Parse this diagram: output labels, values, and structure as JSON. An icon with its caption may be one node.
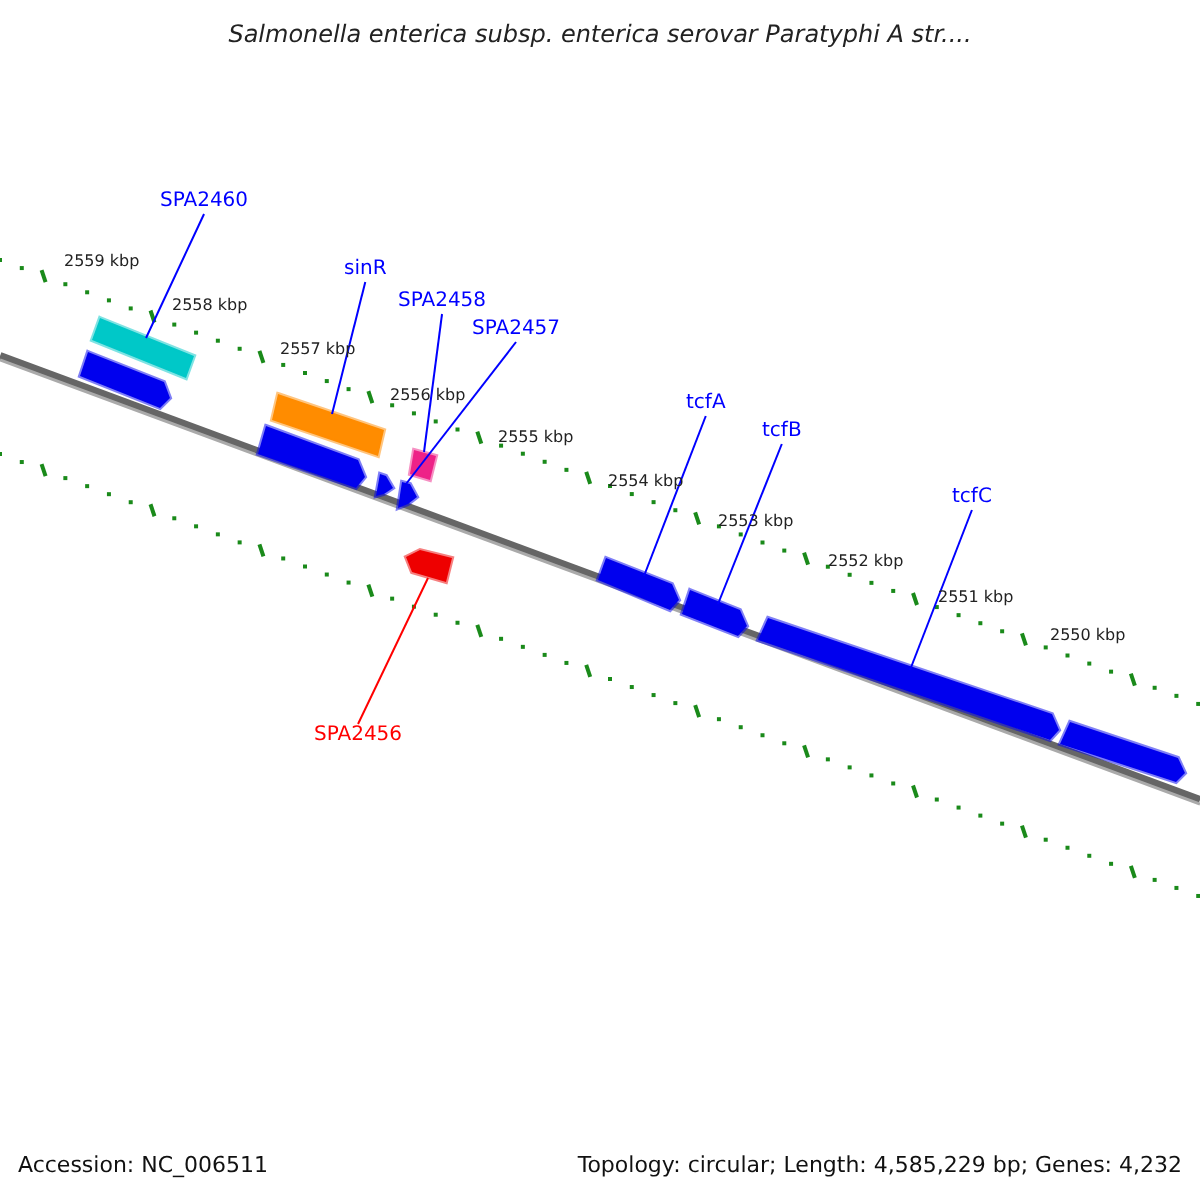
{
  "diagram": {
    "title": "Salmonella enterica subsp. enterica serovar Paratyphi A str....",
    "nodes": [
      {
        "text": [
          "SPA2460"
        ]
      },
      {
        "text": [
          "sinR"
        ]
      },
      {
        "text": [
          "SPA2458"
        ]
      },
      {
        "text": [
          "SPA2457"
        ]
      },
      {
        "text": [
          "tcfA"
        ]
      },
      {
        "text": [
          "tcfB"
        ]
      },
      {
        "text": [
          "tcfC"
        ]
      },
      {
        "text": [
          "SPA2456"
        ]
      },
      {
        "text": [],
        "shape": "bar"
      },
      {
        "text": [],
        "shape": "arrow"
      },
      {
        "text": [],
        "shape": "bar"
      },
      {
        "text": [],
        "shape": "arrow"
      },
      {
        "text": [],
        "shape": "arrow"
      },
      {
        "text": [],
        "shape": "arrow"
      },
      {
        "text": [],
        "shape": "box"
      },
      {
        "text": [],
        "shape": "arrow"
      },
      {
        "text": [],
        "shape": "arrow"
      },
      {
        "text": [],
        "shape": "arrow"
      },
      {
        "text": [],
        "shape": "arrow"
      },
      {
        "text": [],
        "shape": "arrow"
      }
    ],
    "edges": [
      {
        "from": 0,
        "to": 8,
        "arrow": "none"
      },
      {
        "from": 1,
        "to": 10,
        "arrow": "none"
      },
      {
        "from": 2,
        "to": 14,
        "arrow": "none"
      },
      {
        "from": 3,
        "to": 13,
        "arrow": "none"
      },
      {
        "from": 4,
        "to": 16,
        "arrow": "none"
      },
      {
        "from": 5,
        "to": 17,
        "arrow": "none"
      },
      {
        "from": 6,
        "to": 18,
        "arrow": "none"
      },
      {
        "from": 7,
        "to": 15,
        "arrow": "none",
        "color": "#ff0000"
      }
    ],
    "labels": [
      "2559 kbp",
      "2558 kbp",
      "2557 kbp",
      "2556 kbp",
      "2555 kbp",
      "2554 kbp",
      "2553 kbp",
      "2552 kbp",
      "2551 kbp",
      "2550 kbp",
      "Accession: NC_006511",
      "Topology: circular; Length: 4,585,229 bp; Genes: 4,232"
    ]
  }
}
